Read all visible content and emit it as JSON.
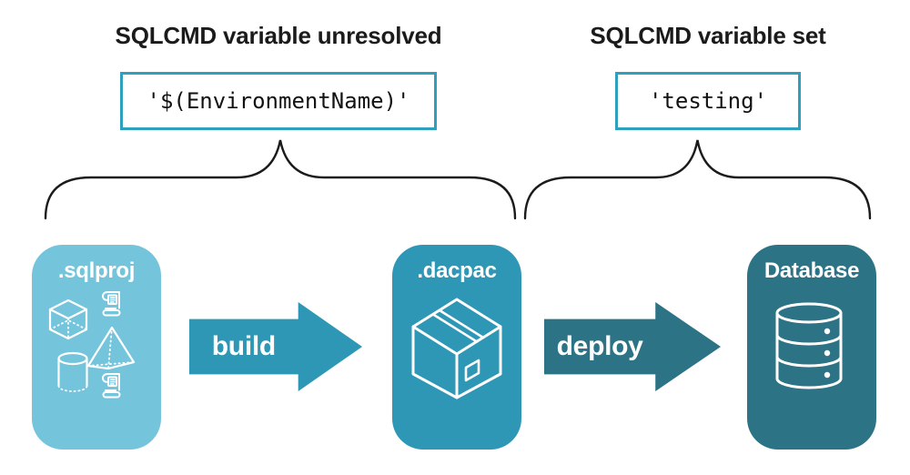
{
  "annotations": {
    "unresolved": {
      "title": "SQLCMD variable unresolved",
      "code": "'$(EnvironmentName)'"
    },
    "set": {
      "title": "SQLCMD variable set",
      "code": "'testing'"
    }
  },
  "pipeline": {
    "stages": [
      {
        "label": ".sqlproj",
        "color": "#74C4DB",
        "icons": [
          "scroll-icon",
          "cube-icon",
          "pyramid-icon",
          "cylinder-icon",
          "scroll-icon"
        ]
      },
      {
        "label": ".dacpac",
        "color": "#2E97B5",
        "icons": [
          "package-icon"
        ]
      },
      {
        "label": "Database",
        "color": "#2C7385",
        "icons": [
          "database-icon"
        ]
      }
    ],
    "arrows": [
      {
        "label": "build",
        "color": "#2E97B5"
      },
      {
        "label": "deploy",
        "color": "#2C7385"
      }
    ]
  },
  "style": {
    "code_box_border": "#2F9FBE",
    "brace_color": "#1B1B1B",
    "text_color": "#1B1B1B",
    "background": "#FFFFFF"
  }
}
